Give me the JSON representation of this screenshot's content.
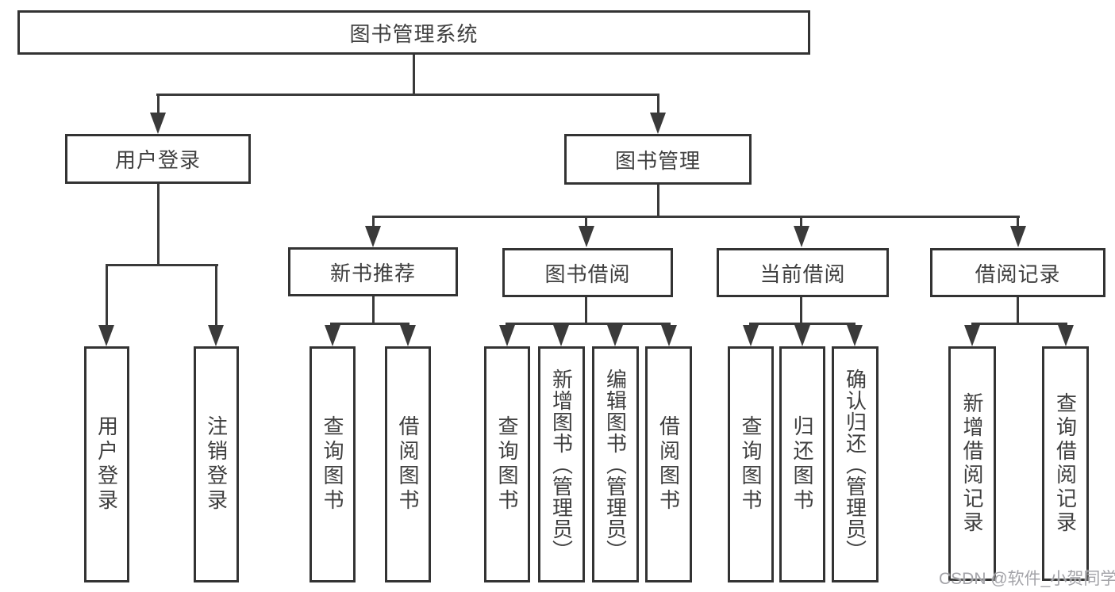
{
  "diagram": {
    "root": {
      "label": "图书管理系统"
    },
    "level2": [
      {
        "label": "用户登录"
      },
      {
        "label": "图书管理"
      }
    ],
    "level3": [
      {
        "label": "新书推荐"
      },
      {
        "label": "图书借阅"
      },
      {
        "label": "当前借阅"
      },
      {
        "label": "借阅记录"
      }
    ],
    "leaves": [
      {
        "label": "用户登录"
      },
      {
        "label": "注销登录"
      },
      {
        "label": "查询图书"
      },
      {
        "label": "借阅图书"
      },
      {
        "label": "查询图书"
      },
      {
        "label": "新增图书（管理员）"
      },
      {
        "label": "编辑图书（管理员）"
      },
      {
        "label": "借阅图书"
      },
      {
        "label": "查询图书"
      },
      {
        "label": "归还图书"
      },
      {
        "label": "确认归还（管理员）"
      },
      {
        "label": "新增借阅记录"
      },
      {
        "label": "查询借阅记录"
      }
    ],
    "watermark": "CSDN @软件_小贺同学",
    "colors": {
      "line": "#3a3a3a",
      "border": "#333333",
      "text": "#3f3f3f",
      "watermark": "#a3a3a8"
    }
  }
}
